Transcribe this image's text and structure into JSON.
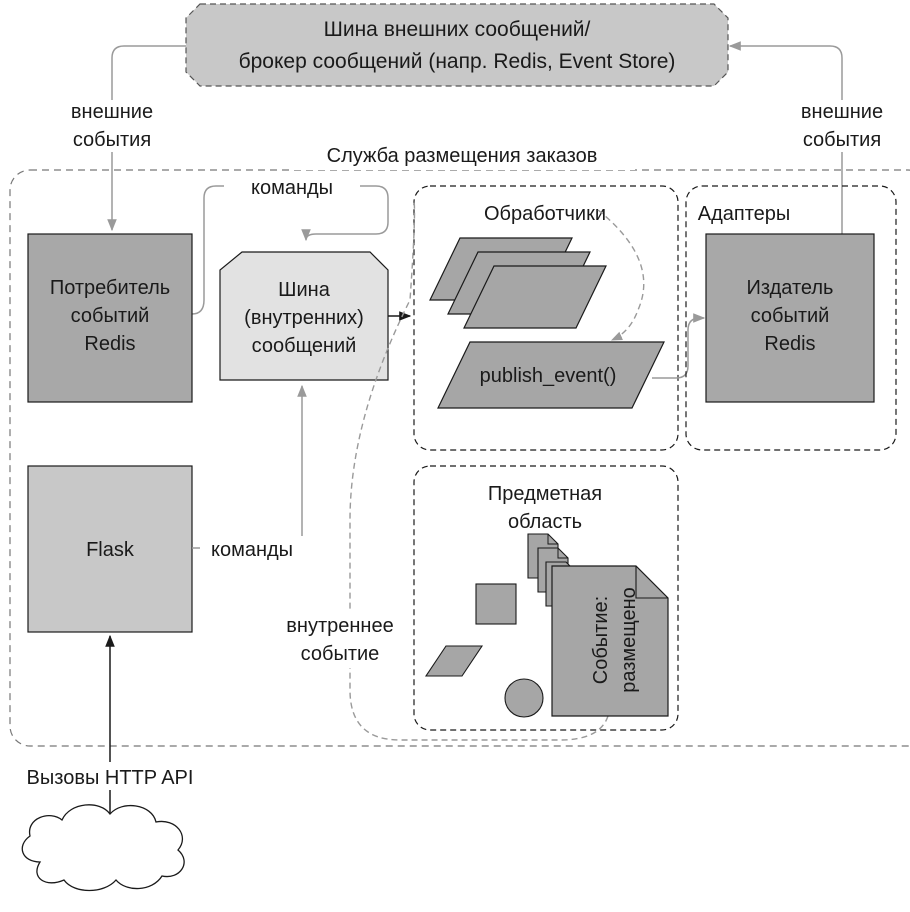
{
  "broker": {
    "line1": "Шина внешних сообщений/",
    "line2": "брокер сообщений (напр. Redis, Event Store)"
  },
  "external_events_left": {
    "line1": "внешние",
    "line2": "события"
  },
  "external_events_right": {
    "line1": "внешние",
    "line2": "события"
  },
  "service_title": "Служба размещения заказов",
  "commands_top": "команды",
  "commands_bottom": "команды",
  "consumer": {
    "line1": "Потребитель",
    "line2": "событий",
    "line3": "Redis"
  },
  "message_bus": {
    "line1": "Шина",
    "line2": "(внутренних)",
    "line3": "сообщений"
  },
  "handlers": {
    "title": "Обработчики",
    "publish_label": "publish_event()"
  },
  "adapters": {
    "title": "Адаптеры"
  },
  "publisher": {
    "line1": "Издатель",
    "line2": "событий",
    "line3": "Redis"
  },
  "flask": {
    "label": "Flask"
  },
  "domain": {
    "line1": "Предметная",
    "line2": "область",
    "event_line1": "Событие:",
    "event_line2": "размещено"
  },
  "internal_event": {
    "line1": "внутреннее",
    "line2": "событие"
  },
  "http_calls": "Вызовы HTTP API",
  "colors": {
    "dark_box": "#a8a8a8",
    "mid_box": "#c8c8c8",
    "light_box": "#e2e2e2",
    "shape_fill": "#a6a6a6",
    "dashed_line": "#9a9a9a",
    "border": "#1a1a1a"
  }
}
